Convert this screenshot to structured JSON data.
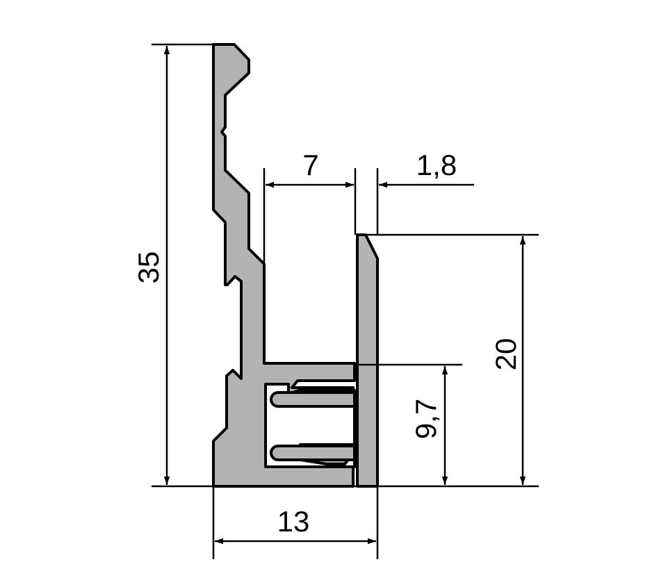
{
  "drawing": {
    "colors": {
      "profile_fill": "#b3b3b3",
      "line": "#000000",
      "background": "#ffffff"
    },
    "dimensions": {
      "total_height": "35",
      "channel_width": "7",
      "wall_thickness": "1,8",
      "lip_height": "20",
      "base_height": "9,7",
      "total_width": "13"
    }
  }
}
